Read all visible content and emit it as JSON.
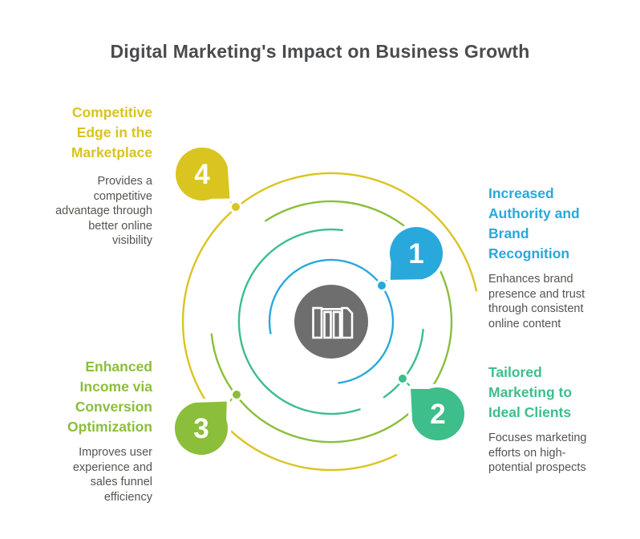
{
  "title": "Digital Marketing's Impact on Business Growth",
  "colors": {
    "blue": "#29A8DC",
    "teal": "#3DBE8B",
    "green": "#8BBE3B",
    "yellow": "#DAC420",
    "hub_gray": "#6E6E6E",
    "title_gray": "#4A4B4D",
    "body_gray": "#54554F"
  },
  "center_icon": "library-books-icon",
  "items": [
    {
      "number": "1",
      "heading": "Increased\nAuthority and\nBrand\nRecognition",
      "description": "Enhances brand\npresence and trust\nthrough consistent\nonline content",
      "color": "#29A8DC"
    },
    {
      "number": "2",
      "heading": "Tailored\nMarketing to\nIdeal Clients",
      "description": "Focuses marketing\nefforts on high-\npotential prospects",
      "color": "#3DBE8B"
    },
    {
      "number": "3",
      "heading": "Enhanced\nIncome via\nConversion\nOptimization",
      "description": "Improves user\nexperience and\nsales funnel\nefficiency",
      "color": "#8BBE3B"
    },
    {
      "number": "4",
      "heading": "Competitive\nEdge in the\nMarketplace",
      "description": "Provides a\ncompetitive\nadvantage through\nbetter online\nvisibility",
      "color": "#DAC420"
    }
  ]
}
